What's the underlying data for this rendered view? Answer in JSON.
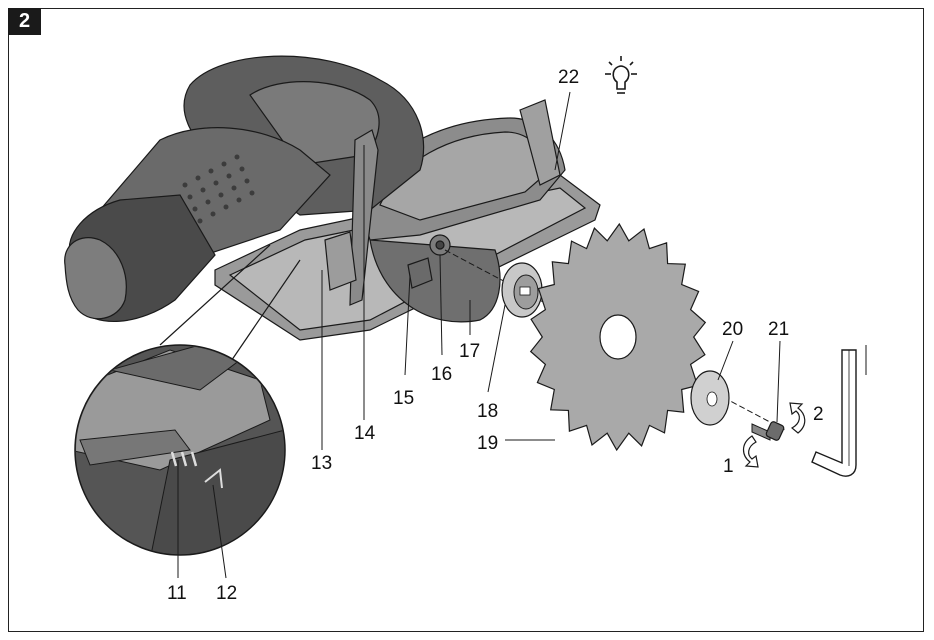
{
  "figure_number": "2",
  "callouts": {
    "c1": "1",
    "c2": "2",
    "c11": "11",
    "c12": "12",
    "c13": "13",
    "c14": "14",
    "c15": "15",
    "c16": "16",
    "c17": "17",
    "c18": "18",
    "c19": "19",
    "c20": "20",
    "c21": "21",
    "c22": "22"
  },
  "icons": {
    "light": "light-bulb-icon"
  },
  "colors": {
    "body_dark": "#5a5a5a",
    "body_mid": "#8a8a8a",
    "body_light": "#b5b5b5",
    "blade": "#a8a8a8",
    "outline": "#1a1a1a"
  }
}
